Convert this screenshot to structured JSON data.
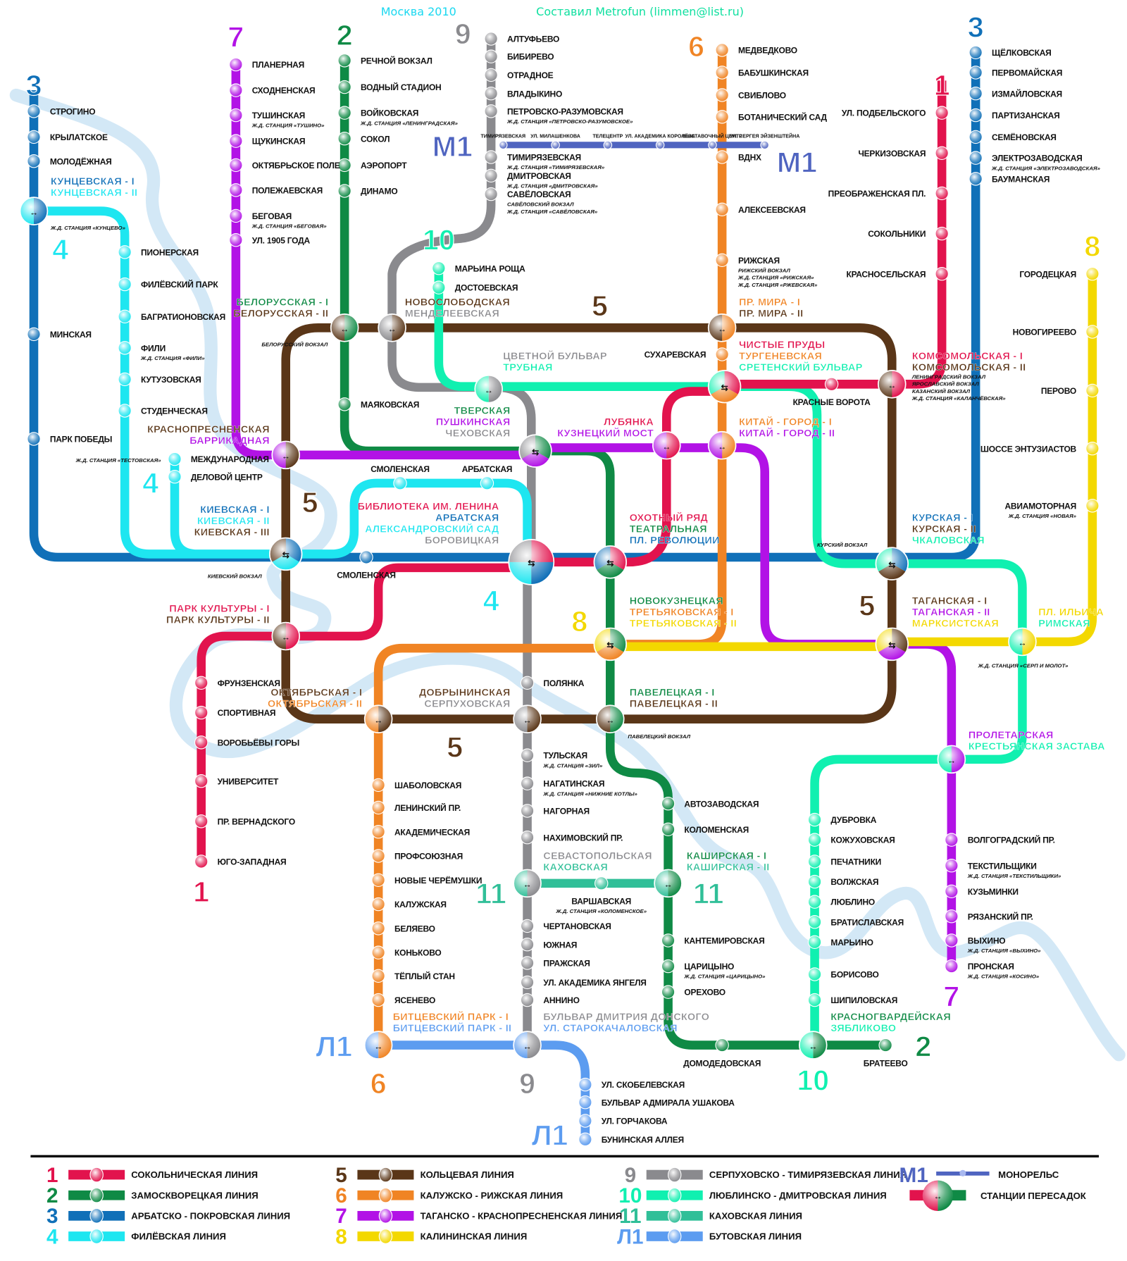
{
  "header": {
    "city_year": "Москва 2010",
    "author": "Составил Metrofun (limmen@list.ru)"
  },
  "colors": {
    "1": "#e2134d",
    "2": "#0f8a45",
    "3": "#1070b8",
    "4": "#1ee6f0",
    "5": "#5a3618",
    "6": "#f08424",
    "7": "#b212e6",
    "8": "#f3d800",
    "9": "#8a8a8e",
    "10": "#10f0b0",
    "11": "#30bf98",
    "L1": "#5c9cf0",
    "M1": "#4f64c0",
    "river": "#d3e8f6"
  },
  "lines": [
    {
      "id": "1",
      "num": "1",
      "name": "СОКОЛЬНИЧЕСКАЯ ЛИНИЯ"
    },
    {
      "id": "2",
      "num": "2",
      "name": "ЗАМОСКВОРЕЦКАЯ ЛИНИЯ"
    },
    {
      "id": "3",
      "num": "3",
      "name": "АРБАТСКО - ПОКРОВСКАЯ ЛИНИЯ"
    },
    {
      "id": "4",
      "num": "4",
      "name": "ФИЛЁВСКАЯ ЛИНИЯ"
    },
    {
      "id": "5",
      "num": "5",
      "name": "КОЛЬЦЕВАЯ ЛИНИЯ"
    },
    {
      "id": "6",
      "num": "6",
      "name": "КАЛУЖСКО - РИЖСКАЯ ЛИНИЯ"
    },
    {
      "id": "7",
      "num": "7",
      "name": "ТАГАНСКО - КРАСНОПРЕСНЕНСКАЯ ЛИНИЯ"
    },
    {
      "id": "8",
      "num": "8",
      "name": "КАЛИНИНСКАЯ ЛИНИЯ"
    },
    {
      "id": "9",
      "num": "9",
      "name": "СЕРПУХОВСКО - ТИМИРЯЗЕВСКАЯ ЛИНИЯ"
    },
    {
      "id": "10",
      "num": "10",
      "name": "ЛЮБЛИНСКО - ДМИТРОВСКАЯ ЛИНИЯ"
    },
    {
      "id": "11",
      "num": "11",
      "name": "КАХОВСКАЯ ЛИНИЯ"
    },
    {
      "id": "L1",
      "num": "Л1",
      "name": "БУТОВСКАЯ ЛИНИЯ"
    },
    {
      "id": "M1",
      "num": "М1",
      "name": "МОНОРЕЛЬС"
    }
  ],
  "legend_transfer": "СТАНЦИИ ПЕРЕСАДОК",
  "stations": {
    "1": [
      {
        "name": "УЛ. ПОДБЕЛЬСКОГО"
      },
      {
        "name": "ЧЕРКИЗОВСКАЯ"
      },
      {
        "name": "ПРЕОБРАЖЕНСКАЯ ПЛ."
      },
      {
        "name": "СОКОЛЬНИКИ"
      },
      {
        "name": "КРАСНОСЕЛЬСКАЯ"
      },
      {
        "name": "КРАСНЫЕ ВОРОТА"
      },
      {
        "name": "ФРУНЗЕНСКАЯ"
      },
      {
        "name": "СПОРТИВНАЯ"
      },
      {
        "name": "ВОРОБЬЁВЫ ГОРЫ"
      },
      {
        "name": "УНИВЕРСИТЕТ"
      },
      {
        "name": "ПР. ВЕРНАДСКОГО"
      },
      {
        "name": "ЮГО-ЗАПАДНАЯ"
      }
    ],
    "2": [
      {
        "name": "РЕЧНОЙ ВОКЗАЛ"
      },
      {
        "name": "ВОДНЫЙ СТАДИОН"
      },
      {
        "name": "ВОЙКОВСКАЯ",
        "notes": [
          "Ж.Д. СТАНЦИЯ «ЛЕНИНГРАДСКАЯ»"
        ]
      },
      {
        "name": "СОКОЛ"
      },
      {
        "name": "АЭРОПОРТ"
      },
      {
        "name": "ДИНАМО"
      },
      {
        "name": "МАЯКОВСКАЯ"
      },
      {
        "name": "АВТОЗАВОДСКАЯ"
      },
      {
        "name": "КОЛОМЕНСКАЯ"
      },
      {
        "name": "КАНТЕМИРОВСКАЯ"
      },
      {
        "name": "ЦАРИЦЫНО",
        "notes": [
          "Ж.Д. СТАНЦИЯ «ЦАРИЦЫНО»"
        ]
      },
      {
        "name": "ОРЕХОВО"
      },
      {
        "name": "ДОМОДЕДОВСКАЯ"
      },
      {
        "name": "БРАТЕЕВО"
      }
    ],
    "3": [
      {
        "name": "СТРОГИНО"
      },
      {
        "name": "КРЫЛАТСКОЕ"
      },
      {
        "name": "МОЛОДЁЖНАЯ"
      },
      {
        "name": "МИНСКАЯ"
      },
      {
        "name": "ПАРК ПОБЕДЫ"
      },
      {
        "name": "СМОЛЕНСКАЯ"
      },
      {
        "name": "ЩЁЛКОВСКАЯ"
      },
      {
        "name": "ПЕРВОМАЙСКАЯ"
      },
      {
        "name": "ИЗМАЙЛОВСКАЯ"
      },
      {
        "name": "ПАРТИЗАНСКАЯ"
      },
      {
        "name": "СЕМЁНОВСКАЯ"
      },
      {
        "name": "ЭЛЕКТРОЗАВОДСКАЯ",
        "notes": [
          "Ж.Д. СТАНЦИЯ «ЭЛЕКТРОЗАВОДСКАЯ»"
        ]
      },
      {
        "name": "БАУМАНСКАЯ"
      }
    ],
    "4": [
      {
        "name": "ПИОНЕРСКАЯ"
      },
      {
        "name": "ФИЛЁВСКИЙ ПАРК"
      },
      {
        "name": "БАГРАТИОНОВСКАЯ"
      },
      {
        "name": "ФИЛИ",
        "notes": [
          "Ж.Д. СТАНЦИЯ «ФИЛИ»"
        ]
      },
      {
        "name": "КУТУЗОВСКАЯ"
      },
      {
        "name": "СТУДЕНЧЕСКАЯ"
      },
      {
        "name": "МЕЖДУНАРОДНАЯ"
      },
      {
        "name": "ДЕЛОВОЙ ЦЕНТР"
      },
      {
        "name": "СМОЛЕНСКАЯ"
      },
      {
        "name": "АРБАТСКАЯ"
      }
    ],
    "6": [
      {
        "name": "МЕДВЕДКОВО"
      },
      {
        "name": "БАБУШКИНСКАЯ"
      },
      {
        "name": "СВИБЛОВО"
      },
      {
        "name": "БОТАНИЧЕСКИЙ САД"
      },
      {
        "name": "ВДНХ"
      },
      {
        "name": "АЛЕКСЕЕВСКАЯ"
      },
      {
        "name": "РИЖСКАЯ",
        "notes": [
          "РИЖСКИЙ ВОКЗАЛ",
          "Ж.Д. СТАНЦИЯ «РИЖСКАЯ»",
          "Ж.Д. СТАНЦИЯ «РЖЕВСКАЯ»"
        ]
      },
      {
        "name": "СУХАРЕВСКАЯ"
      },
      {
        "name": "ШАБОЛОВСКАЯ"
      },
      {
        "name": "ЛЕНИНСКИЙ ПР."
      },
      {
        "name": "АКАДЕМИЧЕСКАЯ"
      },
      {
        "name": "ПРОФСОЮЗНАЯ"
      },
      {
        "name": "НОВЫЕ ЧЕРЁМУШКИ"
      },
      {
        "name": "КАЛУЖСКАЯ"
      },
      {
        "name": "БЕЛЯЕВО"
      },
      {
        "name": "КОНЬКОВО"
      },
      {
        "name": "ТЁПЛЫЙ СТАН"
      },
      {
        "name": "ЯСЕНЕВО"
      }
    ],
    "7": [
      {
        "name": "ПЛАНЕРНАЯ"
      },
      {
        "name": "СХОДНЕНСКАЯ"
      },
      {
        "name": "ТУШИНСКАЯ",
        "notes": [
          "Ж.Д. СТАНЦИЯ «ТУШИНО»"
        ]
      },
      {
        "name": "ЩУКИНСКАЯ"
      },
      {
        "name": "ОКТЯБРЬСКОЕ ПОЛЕ"
      },
      {
        "name": "ПОЛЕЖАЕВСКАЯ"
      },
      {
        "name": "БЕГОВАЯ",
        "notes": [
          "Ж.Д. СТАНЦИЯ «БЕГОВАЯ»"
        ]
      },
      {
        "name": "УЛ. 1905 ГОДА"
      },
      {
        "name": "ВОЛГОГРАДСКИЙ ПР."
      },
      {
        "name": "ТЕКСТИЛЬЩИКИ",
        "notes": [
          "Ж.Д. СТАНЦИЯ «ТЕКСТИЛЬЩИКИ»"
        ]
      },
      {
        "name": "КУЗЬМИНКИ"
      },
      {
        "name": "РЯЗАНСКИЙ ПР."
      },
      {
        "name": "ВЫХИНО",
        "notes": [
          "Ж.Д. СТАНЦИЯ «ВЫХИНО»"
        ]
      },
      {
        "name": "ПРОНСКАЯ",
        "notes": [
          "Ж.Д. СТАНЦИЯ «КОСИНО»"
        ]
      }
    ],
    "8": [
      {
        "name": "ГОРОДЕЦКАЯ"
      },
      {
        "name": "НОВОГИРЕЕВО"
      },
      {
        "name": "ПЕРОВО"
      },
      {
        "name": "ШОССЕ ЭНТУЗИАСТОВ"
      },
      {
        "name": "АВИАМОТОРНАЯ",
        "notes": [
          "Ж.Д. СТАНЦИЯ «НОВАЯ»"
        ]
      }
    ],
    "9": [
      {
        "name": "АЛТУФЬЕВО"
      },
      {
        "name": "БИБИРЕВО"
      },
      {
        "name": "ОТРАДНОЕ"
      },
      {
        "name": "ВЛАДЫКИНО"
      },
      {
        "name": "ПЕТРОВСКО-РАЗУМОВСКАЯ",
        "notes": [
          "Ж.Д. СТАНЦИЯ «ПЕТРОВСКО-РАЗУМОВСКОЕ»"
        ]
      },
      {
        "name": "ТИМИРЯЗЕВСКАЯ",
        "notes": [
          "Ж.Д. СТАНЦИЯ «ТИМИРЯЗЕВСКАЯ»"
        ]
      },
      {
        "name": "ДМИТРОВСКАЯ",
        "notes": [
          "Ж.Д. СТАНЦИЯ «ДМИТРОВСКАЯ»"
        ]
      },
      {
        "name": "САВЁЛОВСКАЯ",
        "notes": [
          "САВЁЛОВСКИЙ ВОКЗАЛ",
          "Ж.Д. СТАНЦИЯ «САВЁЛОВСКАЯ»"
        ]
      },
      {
        "name": "ПОЛЯНКА"
      },
      {
        "name": "ТУЛЬСКАЯ",
        "notes": [
          "Ж.Д. СТАНЦИЯ «ЗИЛ»"
        ]
      },
      {
        "name": "НАГАТИНСКАЯ",
        "notes": [
          "Ж.Д. СТАНЦИЯ «НИЖНИЕ КОТЛЫ»"
        ]
      },
      {
        "name": "НАГОРНАЯ"
      },
      {
        "name": "НАХИМОВСКИЙ ПР."
      },
      {
        "name": "ЧЕРТАНОВСКАЯ"
      },
      {
        "name": "ЮЖНАЯ"
      },
      {
        "name": "ПРАЖСКАЯ"
      },
      {
        "name": "УЛ. АКАДЕМИКА ЯНГЕЛЯ"
      },
      {
        "name": "АННИНО"
      }
    ],
    "10": [
      {
        "name": "МАРЬИНА РОЩА"
      },
      {
        "name": "ДОСТОЕВСКАЯ"
      },
      {
        "name": "ДУБРОВКА"
      },
      {
        "name": "КОЖУХОВСКАЯ"
      },
      {
        "name": "ПЕЧАТНИКИ"
      },
      {
        "name": "ВОЛЖСКАЯ"
      },
      {
        "name": "ЛЮБЛИНО"
      },
      {
        "name": "БРАТИСЛАВСКАЯ"
      },
      {
        "name": "МАРЬИНО"
      },
      {
        "name": "БОРИСОВО"
      },
      {
        "name": "ШИПИЛОВСКАЯ"
      }
    ],
    "11": [
      {
        "name": "ВАРШАВСКАЯ",
        "notes": [
          "Ж.Д. СТАНЦИЯ «КОЛОМЕНСКОЕ»"
        ]
      }
    ],
    "L1": [
      {
        "name": "УЛ. СКОБЕЛЕВСКАЯ"
      },
      {
        "name": "БУЛЬВАР АДМИРАЛА УШАКОВА"
      },
      {
        "name": "УЛ. ГОРЧАКОВА"
      },
      {
        "name": "БУНИНСКАЯ АЛЛЕЯ"
      }
    ],
    "M1": [
      {
        "name": "ТИМИРЯЗЕВСКАЯ"
      },
      {
        "name": "УЛ. МИЛАШЕНКОВА"
      },
      {
        "name": "ТЕЛЕЦЕНТР"
      },
      {
        "name": "УЛ. АКАДЕМИКА КОРОЛЁВА"
      },
      {
        "name": "ВЫСТАВОЧНЫЙ ЦЕНТР"
      },
      {
        "name": "УЛ. СЕРГЕЯ ЭЙЗЕНШТЕЙНА"
      }
    ]
  },
  "transfers": [
    {
      "labels": [
        [
          "КУНЦЕВСКАЯ - I",
          "3"
        ],
        [
          "КУНЦЕВСКАЯ - II",
          "4"
        ]
      ],
      "notes": [
        "Ж.Д. СТАНЦИЯ «КУНЦЕВО»"
      ]
    },
    {
      "labels": [
        [
          "БЕЛОРУССКАЯ - I",
          "2"
        ],
        [
          "БЕЛОРУССКАЯ - II",
          "5"
        ]
      ],
      "notes": [
        "БЕЛОРУССКИЙ ВОКЗАЛ"
      ]
    },
    {
      "labels": [
        [
          "НОВОСЛОБОДСКАЯ",
          "5"
        ],
        [
          "МЕНДЕЛЕЕВСКАЯ",
          "9"
        ]
      ]
    },
    {
      "labels": [
        [
          "ПР. МИРА - I",
          "6"
        ],
        [
          "ПР. МИРА - II",
          "5"
        ]
      ]
    },
    {
      "labels": [
        [
          "ЦВЕТНОЙ БУЛЬВАР",
          "9"
        ],
        [
          "ТРУБНАЯ",
          "10"
        ]
      ]
    },
    {
      "labels": [
        [
          "ЧИСТЫЕ ПРУДЫ",
          "1"
        ],
        [
          "ТУРГЕНЕВСКАЯ",
          "6"
        ],
        [
          "СРЕТЕНСКИЙ БУЛЬВАР",
          "10"
        ]
      ]
    },
    {
      "labels": [
        [
          "КОМСОМОЛЬСКАЯ - I",
          "1"
        ],
        [
          "КОМСОМОЛЬСКАЯ - II",
          "5"
        ]
      ],
      "notes": [
        "ЛЕНИНГРАДСКИЙ ВОКЗАЛ",
        "ЯРОСЛАВСКИЙ ВОКЗАЛ",
        "КАЗАНСКИЙ ВОКЗАЛ",
        "Ж.Д. СТАНЦИЯ «КАЛАНЧЁВСКАЯ»"
      ]
    },
    {
      "labels": [
        [
          "КРАСНОПРЕСНЕНСКАЯ",
          "5"
        ],
        [
          "БАРРИКАДНАЯ",
          "7"
        ]
      ],
      "notes": [
        "Ж.Д. СТАНЦИЯ «ТЕСТОВСКАЯ»"
      ]
    },
    {
      "labels": [
        [
          "ТВЕРСКАЯ",
          "2"
        ],
        [
          "ПУШКИНСКАЯ",
          "7"
        ],
        [
          "ЧЕХОВСКАЯ",
          "9"
        ]
      ]
    },
    {
      "labels": [
        [
          "ЛУБЯНКА",
          "1"
        ],
        [
          "КУЗНЕЦКИЙ МОСТ",
          "7"
        ]
      ]
    },
    {
      "labels": [
        [
          "КИТАЙ - ГОРОД - I",
          "6"
        ],
        [
          "КИТАЙ - ГОРОД - II",
          "7"
        ]
      ]
    },
    {
      "labels": [
        [
          "КИЕВСКАЯ - I",
          "3"
        ],
        [
          "КИЕВСКАЯ - II",
          "4"
        ],
        [
          "КИЕВСКАЯ - III",
          "5"
        ]
      ],
      "notes": [
        "КИЕВСКИЙ ВОКЗАЛ"
      ]
    },
    {
      "labels": [
        [
          "БИБЛИОТЕКА ИМ. ЛЕНИНА",
          "1"
        ],
        [
          "АРБАТСКАЯ",
          "3"
        ],
        [
          "АЛЕКСАНДРОВСКИЙ САД",
          "4"
        ],
        [
          "БОРОВИЦКАЯ",
          "9"
        ]
      ]
    },
    {
      "labels": [
        [
          "ОХОТНЫЙ РЯД",
          "1"
        ],
        [
          "ТЕАТРАЛЬНАЯ",
          "2"
        ],
        [
          "ПЛ. РЕВОЛЮЦИИ",
          "3"
        ]
      ]
    },
    {
      "labels": [
        [
          "КУРСКАЯ - I",
          "3"
        ],
        [
          "КУРСКАЯ - II",
          "5"
        ],
        [
          "ЧКАЛОВСКАЯ",
          "10"
        ]
      ],
      "notes": [
        "КУРСКИЙ ВОКЗАЛ"
      ]
    },
    {
      "labels": [
        [
          "ПАРК КУЛЬТУРЫ - I",
          "1"
        ],
        [
          "ПАРК КУЛЬТУРЫ - II",
          "5"
        ]
      ]
    },
    {
      "labels": [
        [
          "НОВОКУЗНЕЦКАЯ",
          "2"
        ],
        [
          "ТРЕТЬЯКОВСКАЯ - I",
          "6"
        ],
        [
          "ТРЕТЬЯКОВСКАЯ - II",
          "8"
        ]
      ]
    },
    {
      "labels": [
        [
          "ТАГАНСКАЯ - I",
          "5"
        ],
        [
          "ТАГАНСКАЯ - II",
          "7"
        ],
        [
          "МАРКСИСТСКАЯ",
          "8"
        ]
      ]
    },
    {
      "labels": [
        [
          "ПЛ. ИЛЬИЧА",
          "8"
        ],
        [
          "РИМСКАЯ",
          "10"
        ]
      ],
      "notes": [
        "Ж.Д. СТАНЦИЯ «СЕРП И МОЛОТ»"
      ]
    },
    {
      "labels": [
        [
          "ОКТЯБРЬСКАЯ - I",
          "5"
        ],
        [
          "ОКТЯБРЬСКАЯ - II",
          "6"
        ]
      ]
    },
    {
      "labels": [
        [
          "ДОБРЫНИНСКАЯ",
          "5"
        ],
        [
          "СЕРПУХОВСКАЯ",
          "9"
        ]
      ]
    },
    {
      "labels": [
        [
          "ПАВЕЛЕЦКАЯ - I",
          "2"
        ],
        [
          "ПАВЕЛЕЦКАЯ - II",
          "5"
        ]
      ],
      "notes": [
        "ПАВЕЛЕЦКИЙ ВОКЗАЛ"
      ]
    },
    {
      "labels": [
        [
          "ПРОЛЕТАРСКАЯ",
          "7"
        ],
        [
          "КРЕСТЬЯНСКАЯ ЗАСТАВА",
          "10"
        ]
      ]
    },
    {
      "labels": [
        [
          "СЕВАСТОПОЛЬСКАЯ",
          "9"
        ],
        [
          "КАХОВСКАЯ",
          "11"
        ]
      ]
    },
    {
      "labels": [
        [
          "КАШИРСКАЯ - I",
          "2"
        ],
        [
          "КАШИРСКАЯ - II",
          "11"
        ]
      ]
    },
    {
      "labels": [
        [
          "БИТЦЕВСКИЙ ПАРК - I",
          "6"
        ],
        [
          "БИТЦЕВСКИЙ ПАРК - II",
          "L1"
        ]
      ]
    },
    {
      "labels": [
        [
          "БУЛЬВАР ДМИТРИЯ ДОНСКОГО",
          "9"
        ],
        [
          "УЛ. СТАРОКАЧАЛОВСКАЯ",
          "L1"
        ]
      ]
    },
    {
      "labels": [
        [
          "КРАСНОГВАРДЕЙСКАЯ",
          "2"
        ],
        [
          "ЗЯБЛИКОВО",
          "10"
        ]
      ]
    }
  ],
  "line_number_marks": [
    "3",
    "7",
    "2",
    "9",
    "6",
    "3",
    "1",
    "8",
    "М1",
    "М1",
    "4",
    "10",
    "5",
    "4",
    "5",
    "4",
    "8",
    "5",
    "5",
    "1",
    "11",
    "11",
    "7",
    "2",
    "Л1",
    "6",
    "9",
    "10",
    "Л1"
  ],
  "line_number_colors": [
    "3",
    "7",
    "2",
    "9",
    "6",
    "3",
    "1",
    "8",
    "M1",
    "M1",
    "4",
    "10",
    "5",
    "4",
    "5",
    "4",
    "8",
    "5",
    "5",
    "1",
    "11",
    "11",
    "7",
    "2",
    "L1",
    "6",
    "9",
    "10",
    "L1"
  ]
}
